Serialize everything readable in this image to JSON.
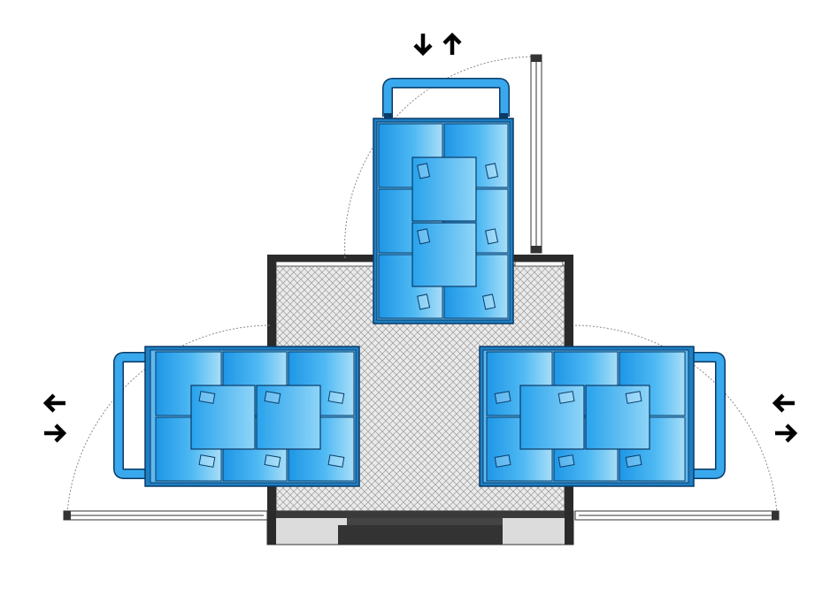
{
  "diagram": {
    "kind": "floor-plan",
    "colors": {
      "cart_blue": "#2f9fe6",
      "cart_blue_light": "#7ccdf7",
      "cart_outline": "#0a3a66",
      "handle_blue": "#3aa8ec",
      "floor_fill": "#e6e6e6",
      "wall": "#2a2a2a",
      "door_frame": "#444444",
      "arrow": "#000000"
    },
    "components": {
      "central_room": "floor-area",
      "carts": [
        "cart-top",
        "cart-left",
        "cart-right"
      ],
      "doors": [
        "door-top",
        "door-left",
        "door-right"
      ],
      "arrows": [
        "arrow-down-icon",
        "arrow-up-icon",
        "arrow-left-icon",
        "arrow-right-icon"
      ]
    }
  }
}
